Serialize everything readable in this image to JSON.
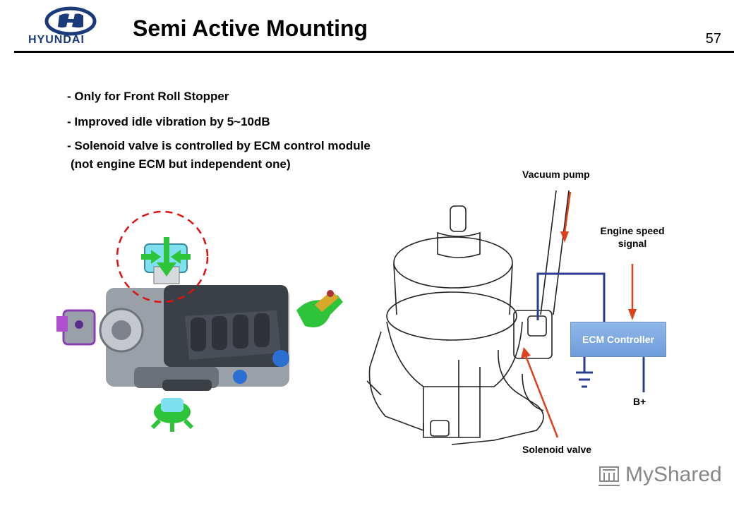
{
  "header": {
    "brand": "HYUNDAI",
    "title": "Semi Active Mounting",
    "page_number": "57"
  },
  "bullets": [
    "- Only for Front Roll Stopper",
    "- Improved idle vibration by 5~10dB",
    "- Solenoid valve is controlled by ECM control module",
    "(not engine ECM but independent one)"
  ],
  "diagram": {
    "vacuum_pump": "Vacuum pump",
    "engine_speed_signal": "Engine speed signal",
    "ecm_controller": "ECM Controller",
    "b_plus": "B+",
    "solenoid_valve": "Solenoid valve",
    "colors": {
      "arrow": "#e0401c",
      "wire": "#2b3d8f",
      "ecm_box": "#7fa9e2",
      "mount_green": "#2ec43a",
      "mount_cyan": "#7fe0f0"
    }
  },
  "watermark": {
    "text": "MyShared"
  }
}
